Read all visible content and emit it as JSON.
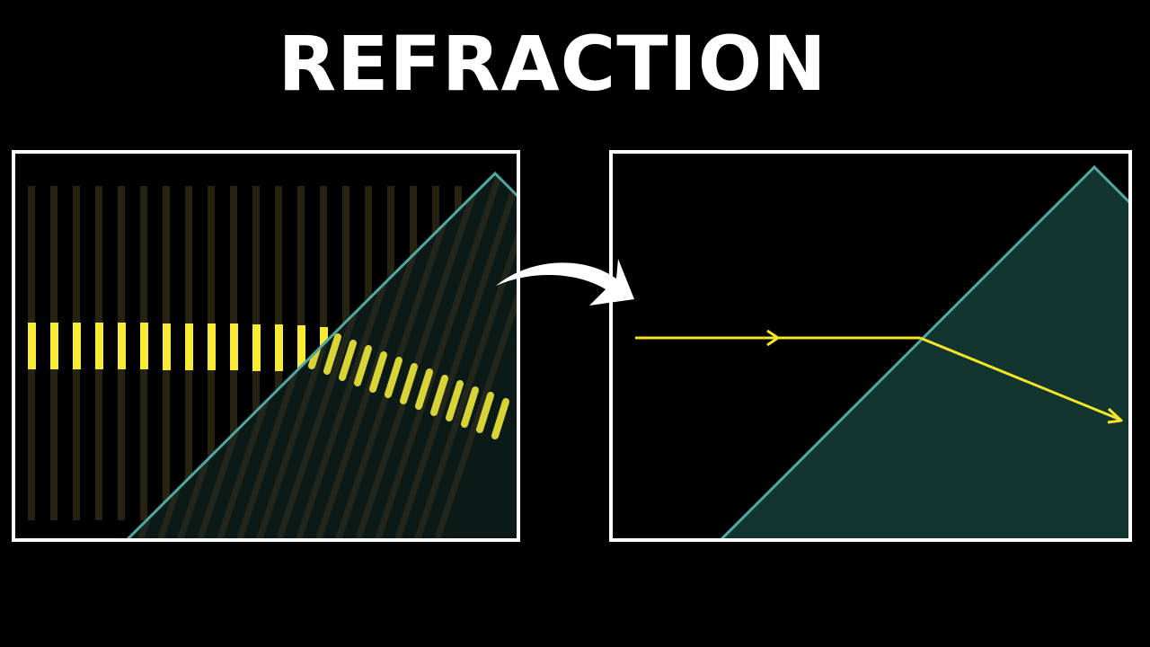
{
  "title": "REFRACTION",
  "colors": {
    "background": "#000000",
    "panel_border": "#ffffff",
    "prism_edge": "#4fa9a2",
    "prism_fill_left": "#0b1a16",
    "prism_fill_right": "#12352f",
    "wave_bright": "#f7ec33",
    "wave_dim": "#262410",
    "ray": "#f5e52a"
  },
  "panels": {
    "left": {
      "label": "wavefront-view",
      "description": "Wavefronts bending as they enter a prism"
    },
    "right": {
      "label": "ray-view",
      "description": "Single ray refracting at prism surface"
    }
  },
  "transition_arrow": "curved-right-arrow"
}
